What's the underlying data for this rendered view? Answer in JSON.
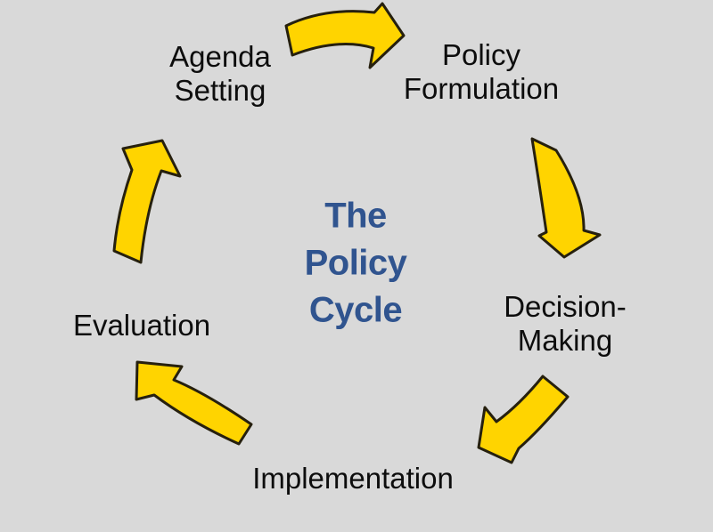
{
  "diagram": {
    "title": {
      "text": "The Policy Cycle",
      "lines": [
        "The",
        "Policy",
        "Cycle"
      ]
    },
    "stages": [
      {
        "id": "agenda-setting",
        "label": "Agenda Setting",
        "lines": [
          "Agenda",
          "Setting"
        ]
      },
      {
        "id": "policy-formulation",
        "label": "Policy Formulation",
        "lines": [
          "Policy",
          "Formulation"
        ]
      },
      {
        "id": "decision-making",
        "label": "Decision-Making",
        "lines": [
          "Decision-",
          "Making"
        ]
      },
      {
        "id": "implementation",
        "label": "Implementation",
        "lines": [
          "Implementation"
        ]
      },
      {
        "id": "evaluation",
        "label": "Evaluation",
        "lines": [
          "Evaluation"
        ]
      }
    ],
    "arrows": [
      {
        "from": "Agenda Setting",
        "to": "Policy Formulation"
      },
      {
        "from": "Policy Formulation",
        "to": "Decision-Making"
      },
      {
        "from": "Decision-Making",
        "to": "Implementation"
      },
      {
        "from": "Implementation",
        "to": "Evaluation"
      },
      {
        "from": "Evaluation",
        "to": "Agenda Setting"
      }
    ],
    "colors": {
      "bg": "#D9D9D9",
      "text": "#0D0D0D",
      "title": "#30548F",
      "arrow-fill": "#FFD400",
      "arrow-stroke": "#26200E"
    }
  }
}
